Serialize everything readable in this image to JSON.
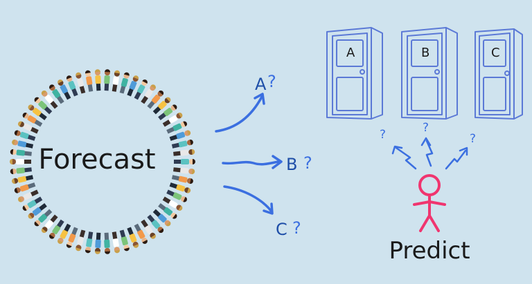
{
  "forecast": {
    "label": "Forecast"
  },
  "outcomes": [
    {
      "letter": "A",
      "mark": "?"
    },
    {
      "letter": "B",
      "mark": "?"
    },
    {
      "letter": "C",
      "mark": "?"
    }
  ],
  "doors": [
    {
      "letter": "A"
    },
    {
      "letter": "B"
    },
    {
      "letter": "C"
    }
  ],
  "predict": {
    "label": "Predict",
    "marks": [
      "?",
      "?",
      "?"
    ]
  },
  "colors": {
    "background": "#cfe3ee",
    "ink": "#1a1a1a",
    "arrow_blue": "#3b6fe0",
    "door_blue": "#5b79d6",
    "figure_pink": "#f0356f"
  }
}
